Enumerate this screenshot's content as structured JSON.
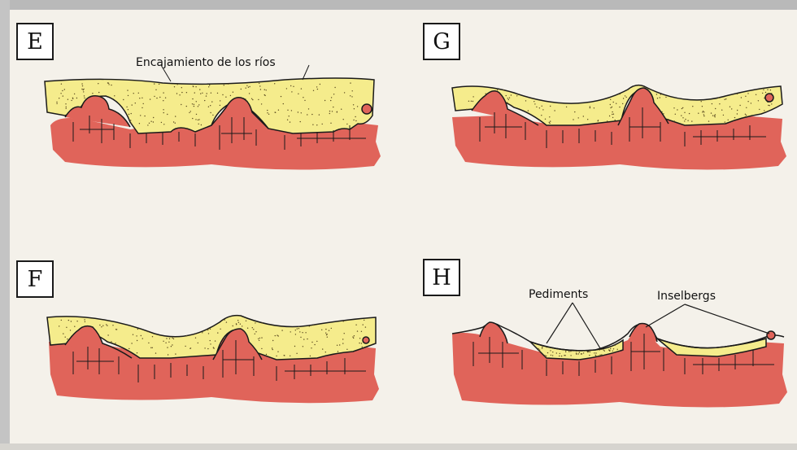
{
  "panels": [
    {
      "id": "E",
      "letter": "E"
    },
    {
      "id": "G",
      "letter": "G"
    },
    {
      "id": "F",
      "letter": "F"
    },
    {
      "id": "H",
      "letter": "H"
    }
  ],
  "annotations": {
    "encajamiento": "Encajamiento de los ríos",
    "pediments": "Pediments",
    "inselbergs": "Inselbergs"
  },
  "colors": {
    "rock": "#e0645a",
    "sediment": "#f5ec8c",
    "outline": "#1a1a1a",
    "background": "#f4f1ea"
  }
}
